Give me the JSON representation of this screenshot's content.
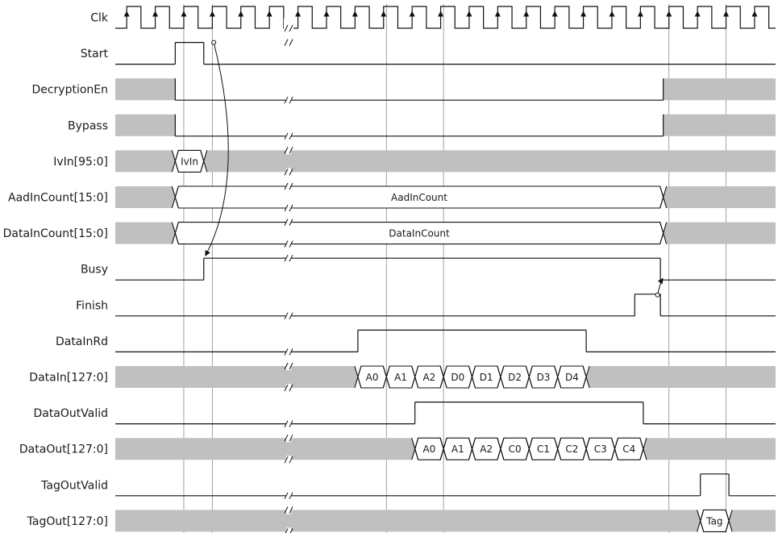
{
  "signals": [
    {
      "label": "Clk",
      "kind": "clock"
    },
    {
      "label": "Start",
      "kind": "bit",
      "segs": [
        [
          0,
          0
        ],
        [
          2.1,
          1
        ],
        [
          3.1,
          0
        ]
      ]
    },
    {
      "label": "DecryptionEn",
      "kind": "bit",
      "segs": [
        [
          0,
          "x"
        ],
        [
          2.1,
          0
        ],
        [
          19.2,
          "x"
        ]
      ]
    },
    {
      "label": "Bypass",
      "kind": "bit",
      "segs": [
        [
          0,
          "x"
        ],
        [
          2.1,
          0
        ],
        [
          19.2,
          "x"
        ]
      ]
    },
    {
      "label": "IvIn[95:0]",
      "kind": "bus",
      "segs": [
        [
          0,
          "x"
        ],
        [
          2.1,
          "IvIn"
        ],
        [
          3.1,
          "x"
        ]
      ]
    },
    {
      "label": "AadInCount[15:0]",
      "kind": "bus",
      "segs": [
        [
          0,
          "x"
        ],
        [
          2.1,
          "AadInCount"
        ],
        [
          19.2,
          "x"
        ]
      ]
    },
    {
      "label": "DataInCount[15:0]",
      "kind": "bus",
      "segs": [
        [
          0,
          "x"
        ],
        [
          2.1,
          "DataInCount"
        ],
        [
          19.2,
          "x"
        ]
      ]
    },
    {
      "label": "Busy",
      "kind": "bit",
      "segs": [
        [
          0,
          0
        ],
        [
          3.1,
          1
        ],
        [
          19.1,
          0
        ]
      ]
    },
    {
      "label": "Finish",
      "kind": "bit",
      "segs": [
        [
          0,
          0
        ],
        [
          18.2,
          1
        ],
        [
          19.1,
          0
        ]
      ]
    },
    {
      "label": "DataInRd",
      "kind": "bit",
      "segs": [
        [
          0,
          0
        ],
        [
          8.5,
          1
        ],
        [
          16.5,
          0
        ]
      ]
    },
    {
      "label": "DataIn[127:0]",
      "kind": "bus",
      "segs": [
        [
          0,
          "x"
        ],
        [
          8.5,
          "A0"
        ],
        [
          9.5,
          "A1"
        ],
        [
          10.5,
          "A2"
        ],
        [
          11.5,
          "D0"
        ],
        [
          12.5,
          "D1"
        ],
        [
          13.5,
          "D2"
        ],
        [
          14.5,
          "D3"
        ],
        [
          15.5,
          "D4"
        ],
        [
          16.5,
          "x"
        ]
      ]
    },
    {
      "label": "DataOutValid",
      "kind": "bit",
      "segs": [
        [
          0,
          0
        ],
        [
          10.5,
          1
        ],
        [
          18.5,
          0
        ]
      ]
    },
    {
      "label": "DataOut[127:0]",
      "kind": "bus",
      "segs": [
        [
          0,
          "x"
        ],
        [
          10.5,
          "A0"
        ],
        [
          11.5,
          "A1"
        ],
        [
          12.5,
          "A2"
        ],
        [
          13.5,
          "C0"
        ],
        [
          14.5,
          "C1"
        ],
        [
          15.5,
          "C2"
        ],
        [
          16.5,
          "C3"
        ],
        [
          17.5,
          "C4"
        ],
        [
          18.5,
          "x"
        ]
      ]
    },
    {
      "label": "TagOutValid",
      "kind": "bit",
      "segs": [
        [
          0,
          0
        ],
        [
          20.5,
          1
        ],
        [
          21.5,
          0
        ]
      ]
    },
    {
      "label": "TagOut[127:0]",
      "kind": "bus",
      "segs": [
        [
          0,
          "x"
        ],
        [
          20.5,
          "Tag"
        ],
        [
          21.5,
          "x"
        ]
      ]
    }
  ],
  "colors": {
    "line": "#111111",
    "undefined_fill": "#c0c0c0",
    "guide": "#8a8a8a"
  }
}
